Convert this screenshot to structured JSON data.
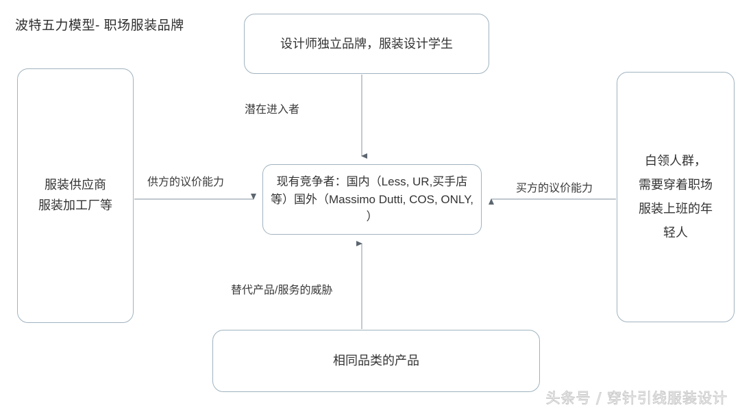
{
  "page": {
    "title": "波特五力模型- 职场服装品牌",
    "background_color": "#ffffff",
    "border_color": "#9fb2bf",
    "arrow_color": "#8c9aa6",
    "text_color": "#333333"
  },
  "nodes": {
    "entrants": {
      "label": "设计师独立品牌，服装设计学生",
      "role": "potential-entrants"
    },
    "suppliers": {
      "label": "服装供应商\n服装加工厂等",
      "role": "suppliers"
    },
    "rivalry": {
      "label": "现有竞争者：国内（Less, UR,买手店等）国外（Massimo Dutti, COS, ONLY, ）",
      "role": "existing-competitors"
    },
    "buyers": {
      "label": "白领人群，\n需要穿着职场\n服装上班的年\n轻人",
      "role": "buyers"
    },
    "substitutes": {
      "label": "相同品类的产品",
      "role": "substitutes"
    }
  },
  "edges": {
    "entrants_label": "潜在进入者",
    "suppliers_label": "供方的议价能力",
    "buyers_label": "买方的议价能力",
    "substitutes_label": "替代产品/服务的威胁"
  },
  "watermark": {
    "text": "头条号 / 穿针引线服装设计"
  }
}
